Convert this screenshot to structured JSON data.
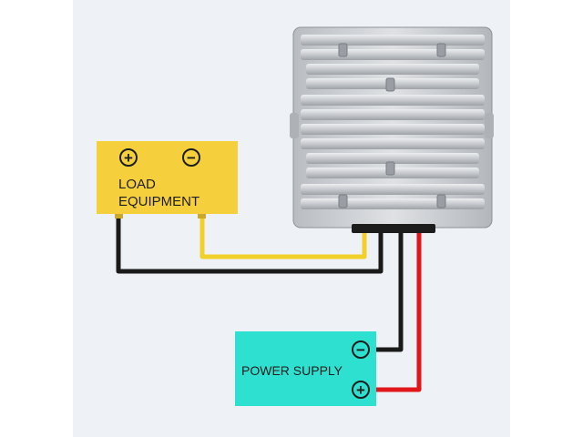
{
  "load": {
    "label_line1": "LOAD",
    "label_line2": "EQUIPMENT",
    "plus_symbol": "+",
    "minus_symbol": "−",
    "color": "#f5d03c"
  },
  "supply": {
    "label": "POWER SUPPLY",
    "plus_symbol": "+",
    "minus_symbol": "−",
    "color": "#2ee0cf"
  },
  "wires": {
    "negative_color": "#1a1a1a",
    "positive_color": "#e1161b",
    "load_positive_color": "#f2d02a"
  },
  "converter": {
    "icon": "heatsink-converter-icon",
    "body_color": "#c9ccd0"
  },
  "background_color": "#eef2f6"
}
